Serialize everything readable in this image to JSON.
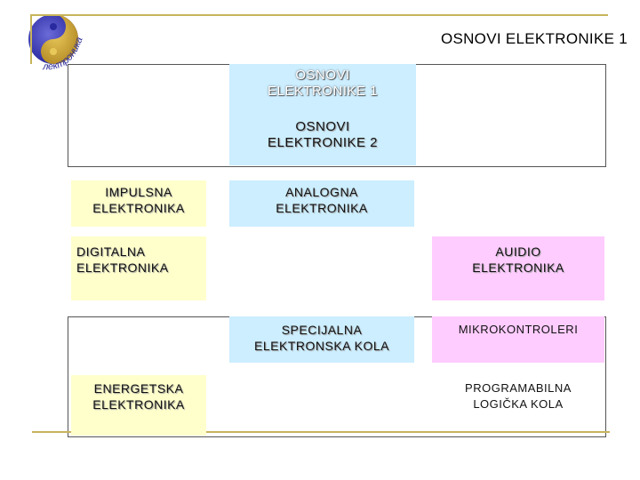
{
  "title": "OSNOVI ELEKTRONIKE 1",
  "logo": {
    "text": "лектроника",
    "icon": "yin-yang-logo"
  },
  "boxes": {
    "osnovi1": [
      "OSNOVI",
      "ELEKTRONIKE 1"
    ],
    "osnovi2": [
      "OSNOVI",
      "ELEKTRONIKE 2"
    ],
    "impulsna": [
      "IMPULSNA",
      "ELEKTRONIKA"
    ],
    "analogna": [
      "ANALOGNA",
      "ELEKTRONIKA"
    ],
    "digitalna": [
      "DIGITALNA",
      "ELEKTRONIKA"
    ],
    "audio": [
      "AUIDIO",
      "ELEKTRONIKA"
    ],
    "specijalna": [
      "SPECIJALNA",
      "ELEKTRONSKA KOLA"
    ],
    "mikrokontroleri": [
      "MIKROKONTROLERI"
    ],
    "energetska": [
      "ENERGETSKA",
      "ELEKTRONIKA"
    ],
    "programabilna": [
      "PROGRAMABILNA",
      "LOGIČKA KOLA"
    ]
  },
  "colors": {
    "yellow": "#ffffcc",
    "blue": "#cceeff",
    "pink": "#ffccff",
    "gold_line": "#c8b45a"
  }
}
